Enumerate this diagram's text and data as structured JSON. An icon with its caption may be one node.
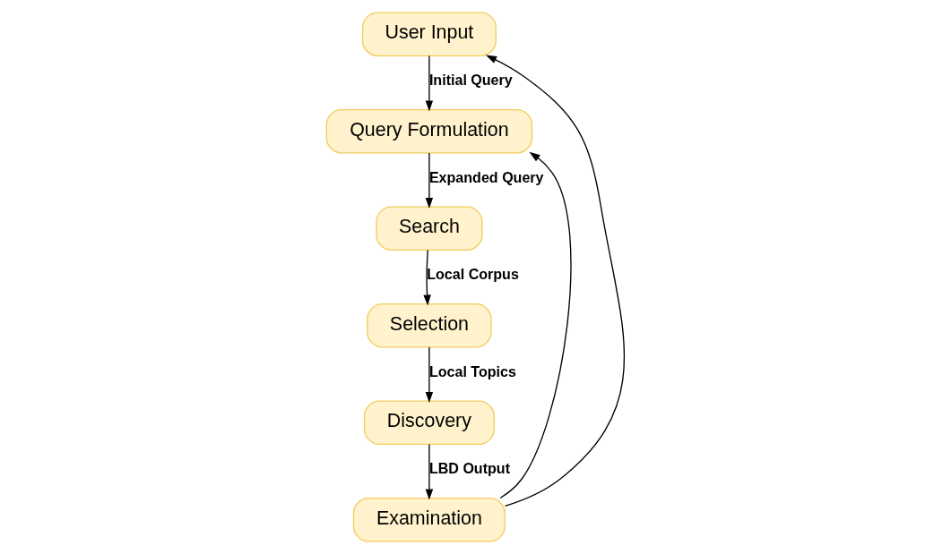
{
  "diagram": {
    "nodes": [
      {
        "text": [
          "User Input"
        ]
      },
      {
        "text": [
          "Query Formulation"
        ]
      },
      {
        "text": [
          "Search"
        ]
      },
      {
        "text": [
          "Selection"
        ]
      },
      {
        "text": [
          "Discovery"
        ]
      },
      {
        "text": [
          "Examination"
        ]
      }
    ],
    "edges": [
      {
        "from": 0,
        "to": 1,
        "arrow": "to",
        "label": "Initial Query"
      },
      {
        "from": 1,
        "to": 2,
        "arrow": "to",
        "label": "Expanded Query"
      },
      {
        "from": 2,
        "to": 3,
        "arrow": "to",
        "label": "Local Corpus"
      },
      {
        "from": 3,
        "to": 4,
        "arrow": "to",
        "label": "Local Topics"
      },
      {
        "from": 4,
        "to": 5,
        "arrow": "to",
        "label": "LBD Output"
      },
      {
        "from": 5,
        "to": 1,
        "arrow": "to"
      },
      {
        "from": 5,
        "to": 0,
        "arrow": "to"
      }
    ]
  }
}
